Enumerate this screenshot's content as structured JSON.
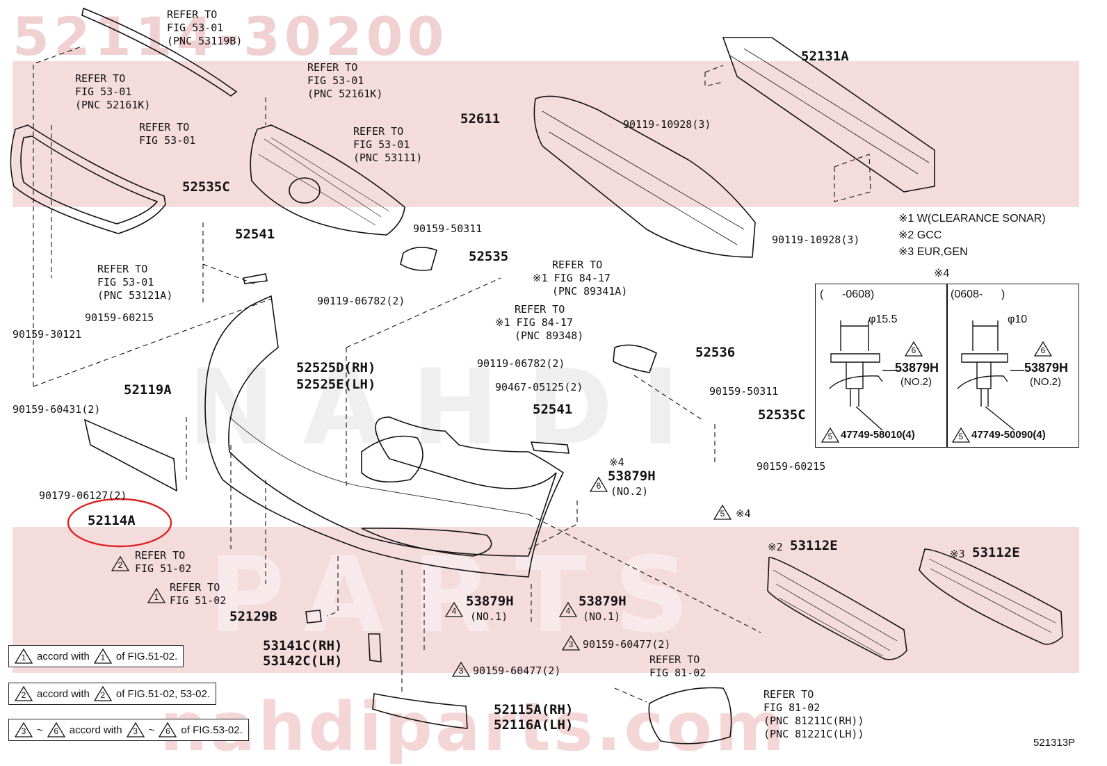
{
  "watermark": {
    "part_number": "52114-30200",
    "brand_top": "NAHDI",
    "brand_mid": "PARTS",
    "brand_bottom": "nahdiparts.com"
  },
  "part_labels": {
    "p52131A": "52131A",
    "p52611": "52611",
    "p52535C_top": "52535C",
    "p52541_top": "52541",
    "p52535": "52535",
    "p52536": "52536",
    "p52525D": "52525D(RH)",
    "p52525E": "52525E(LH)",
    "p52119A": "52119A",
    "p52541_mid": "52541",
    "p52535C_right": "52535C",
    "p52114A": "52114A",
    "p53879H_center": "53879H",
    "p53879H_center_no": "(NO.2)",
    "p53112E_left": "53112E",
    "p53112E_right": "53112E",
    "p53879H_low_left": "53879H",
    "p53879H_low_left_no": "(NO.1)",
    "p53879H_low_right": "53879H",
    "p53879H_low_right_no": "(NO.1)",
    "p52129B": "52129B",
    "p53141C": "53141C(RH)",
    "p53142C": "53142C(LH)",
    "p52115A": "52115A(RH)",
    "p52116A": "52116A(LH)"
  },
  "fastener_labels": {
    "f90119_10928_top": "90119-10928(3)",
    "f90119_10928_bottom": "90119-10928(3)",
    "f90159_50311_top": "90159-50311",
    "f90119_06782_a": "90119-06782(2)",
    "f90159_60215_left": "90159-60215",
    "f90159_30121": "90159-30121",
    "f90119_06782_b": "90119-06782(2)",
    "f90467_05125": "90467-05125(2)",
    "f90159_50311_right": "90159-50311",
    "f90159_60431": "90159-60431(2)",
    "f90179_06127": "90179-06127(2)",
    "f90159_60215_right": "90159-60215",
    "f90159_60477_a": "90159-60477(2)",
    "f90159_60477_b": "90159-60477(2)"
  },
  "references": {
    "r1": [
      "REFER TO",
      "FIG 53-01",
      "(PNC 53119B)"
    ],
    "r2": [
      "REFER TO",
      "FIG 53-01",
      "(PNC 52161K)"
    ],
    "r3": [
      "REFER TO",
      "FIG 53-01",
      "(PNC 52161K)"
    ],
    "r4": [
      "REFER TO",
      "FIG 53-01"
    ],
    "r5": [
      "REFER TO",
      "FIG 53-01",
      "(PNC 53111)"
    ],
    "r6": [
      "REFER TO",
      "FIG 53-01",
      "(PNC 53121A)"
    ],
    "r7": [
      "REFER TO",
      "※1 FIG 84-17",
      "(PNC 89341A)"
    ],
    "r8": [
      "REFER TO",
      "※1 FIG 84-17",
      "(PNC 89348)"
    ],
    "r9": [
      "REFER TO",
      "FIG 51-02"
    ],
    "r10": [
      "REFER TO",
      "FIG 51-02"
    ],
    "r11": [
      "REFER TO",
      "FIG 81-02"
    ],
    "r12": [
      "REFER TO",
      "FIG 81-02",
      "(PNC 81211C(RH))",
      "(PNC 81221C(LH))"
    ]
  },
  "notes": {
    "n1": "※1 W(CLEARANCE SONAR)",
    "n2": "※2 GCC",
    "n3": "※3 EUR,GEN"
  },
  "inset": {
    "title": "※4",
    "left_range": "(      -0608)",
    "right_range": "(0608-      )",
    "left_dim": "φ15.5",
    "right_dim": "φ10",
    "left_part": "53879H",
    "left_part_no": "(NO.2)",
    "right_part": "53879H",
    "right_part_no": "(NO.2)",
    "left_screw": "47749-58010(4)",
    "right_screw": "47749-50090(4)",
    "tri6": "6",
    "tri5": "5"
  },
  "legend": {
    "row1": {
      "a": "1",
      "text": "accord with",
      "b": "1",
      "tail": "of FIG.51-02."
    },
    "row2": {
      "a": "2",
      "text": "accord with",
      "b": "2",
      "tail": "of FIG.51-02, 53-02."
    },
    "row3": {
      "a": "3",
      "tilde": "~",
      "a2": "6",
      "text": "accord with",
      "b": "3",
      "tilde2": "~",
      "b2": "6",
      "tail": "of FIG.53-02."
    }
  },
  "marks": {
    "m2": "※2",
    "m3": "※3",
    "m4a": "※4",
    "m4b": "※4",
    "tri1": "1",
    "tri2": "2",
    "tri3": "3",
    "tri4": "4",
    "tri5": "5",
    "tri6": "6"
  },
  "diagram_code": "521313P",
  "highlight_color": "#e02020"
}
